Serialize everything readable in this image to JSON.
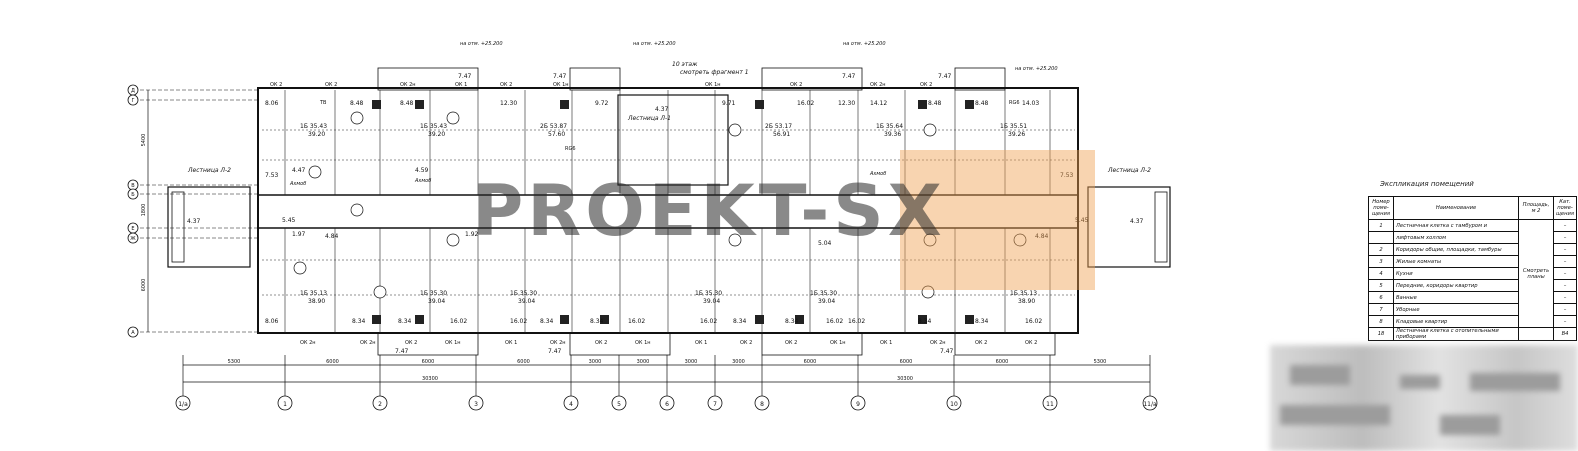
{
  "drawing": {
    "stair_label_left": "Лестница Л-2",
    "stair_label_right": "Лестница Л-2",
    "stair_label_center": "Лестница Л-1",
    "floor_note": "10 этаж",
    "floor_note2": "смотреть фрагмент 1",
    "level_marks": [
      "на отм. +25.200",
      "на отм. +25.200",
      "на отм. +25.200",
      "на отм. +25.200"
    ],
    "axis_letters_left": [
      "Д",
      "Г",
      "В",
      "Б",
      "Е",
      "Ж",
      "А"
    ],
    "axis_numbers_bottom": [
      "1/а",
      "1",
      "2",
      "3",
      "4",
      "5",
      "6",
      "7",
      "8",
      "9",
      "10",
      "11",
      "11/а"
    ],
    "dimensions_bottom": [
      "5300",
      "6000",
      "6000",
      "6000",
      "3000",
      "3000",
      "3000",
      "3000",
      "6000",
      "6000",
      "6000",
      "5300"
    ],
    "dimension_totals": [
      "30300",
      "30300"
    ],
    "dims_left": [
      "5400",
      "1800",
      "6000"
    ],
    "window_tags_top": [
      "ОК 2",
      "ОК 2",
      "ОК 2н",
      "ОК 1",
      "ОК 2",
      "ОК 1н",
      "ОК 1н",
      "ОК 2",
      "ОК 2н",
      "ОК 2"
    ],
    "window_tags_bottom": [
      "ОК 2н",
      "ОК 2н",
      "ОК 2",
      "ОК 1н",
      "ОК 1",
      "ОК 2н",
      "ОК 2",
      "ОК 1н",
      "ОК 1",
      "ОК 2",
      "ОК 2",
      "ОК 1н",
      "ОК 1",
      "ОК 2н",
      "ОК 2",
      "ОК 2"
    ],
    "apartments_top": [
      {
        "n": "1Б",
        "area": "35.43",
        "total": "39.20"
      },
      {
        "n": "1Б",
        "area": "35.43",
        "total": "39.20"
      },
      {
        "n": "2Б",
        "area": "53.87",
        "total": "57.60"
      },
      {
        "n": "2Б",
        "area": "53.17",
        "total": "56.91"
      },
      {
        "n": "1Б",
        "area": "35.64",
        "total": "39.36"
      },
      {
        "n": "1Б",
        "area": "35.51",
        "total": "39.26"
      }
    ],
    "apartments_bottom": [
      {
        "n": "1Б",
        "area": "35.13",
        "total": "38.90"
      },
      {
        "n": "1Б",
        "area": "35.30",
        "total": "39.04"
      },
      {
        "n": "1Б",
        "area": "35.30",
        "total": "39.04"
      },
      {
        "n": "1Б",
        "area": "35.30",
        "total": "39.04"
      },
      {
        "n": "1Б",
        "area": "35.30",
        "total": "39.04"
      },
      {
        "n": "1Б",
        "area": "35.13",
        "total": "38.90"
      }
    ],
    "room_areas_top": [
      "8.06",
      "8.48",
      "8.48",
      "12.30",
      "9.72",
      "9.71",
      "16.02",
      "12.30",
      "14.12",
      "8.48",
      "8.48",
      "14.03"
    ],
    "room_areas_bottom": [
      "8.06",
      "8.34",
      "8.34",
      "16.02",
      "16.02",
      "8.34",
      "8.34",
      "16.02",
      "16.02",
      "8.34",
      "8.34",
      "16.02",
      "16.02",
      "8.34",
      "8.34",
      "16.02"
    ],
    "misc_areas": [
      "4.37",
      "4.37",
      "7.53",
      "7.53",
      "5.45",
      "5.45",
      "4.47",
      "4.59",
      "7.47",
      "7.47",
      "7.47",
      "7.47",
      "7.47",
      "7.47",
      "7.47",
      "4.37",
      "5.04",
      "1.97",
      "1.92",
      "4.84",
      "4.84"
    ],
    "room_labels": [
      "Ахмоб",
      "Ахмоб",
      "Ахмоб"
    ],
    "tags": [
      "ТВ",
      "RG6",
      "RG6"
    ]
  },
  "explication": {
    "title": "Экспликация помещений",
    "headers": [
      "Номер поме-щения",
      "Наименование",
      "Площадь, м 2",
      "Кат. поме-щения"
    ],
    "rows": [
      {
        "num": "1",
        "name": "Лестничная клетка с тамбуром и",
        "cat": "–"
      },
      {
        "num": "",
        "name": "лифтовым холлом",
        "cat": "–"
      },
      {
        "num": "2",
        "name": "Коридоры общие, площадки, тамбуры",
        "cat": "–"
      },
      {
        "num": "3",
        "name": "Жилые комнаты",
        "cat": "–"
      },
      {
        "num": "4",
        "name": "Кухни",
        "cat": "–"
      },
      {
        "num": "5",
        "name": "Передние, коридоры квартир",
        "cat": "–"
      },
      {
        "num": "6",
        "name": "Ванные",
        "cat": "–"
      },
      {
        "num": "7",
        "name": "Уборные",
        "cat": "–"
      },
      {
        "num": "8",
        "name": "Кладовые квартир",
        "cat": "–"
      },
      {
        "num": "18",
        "name": "Лестничная клетка с отопительными приборами",
        "cat": "В4"
      }
    ],
    "area_note": "Смотреть планы"
  },
  "watermark": "PROEKT-SX"
}
